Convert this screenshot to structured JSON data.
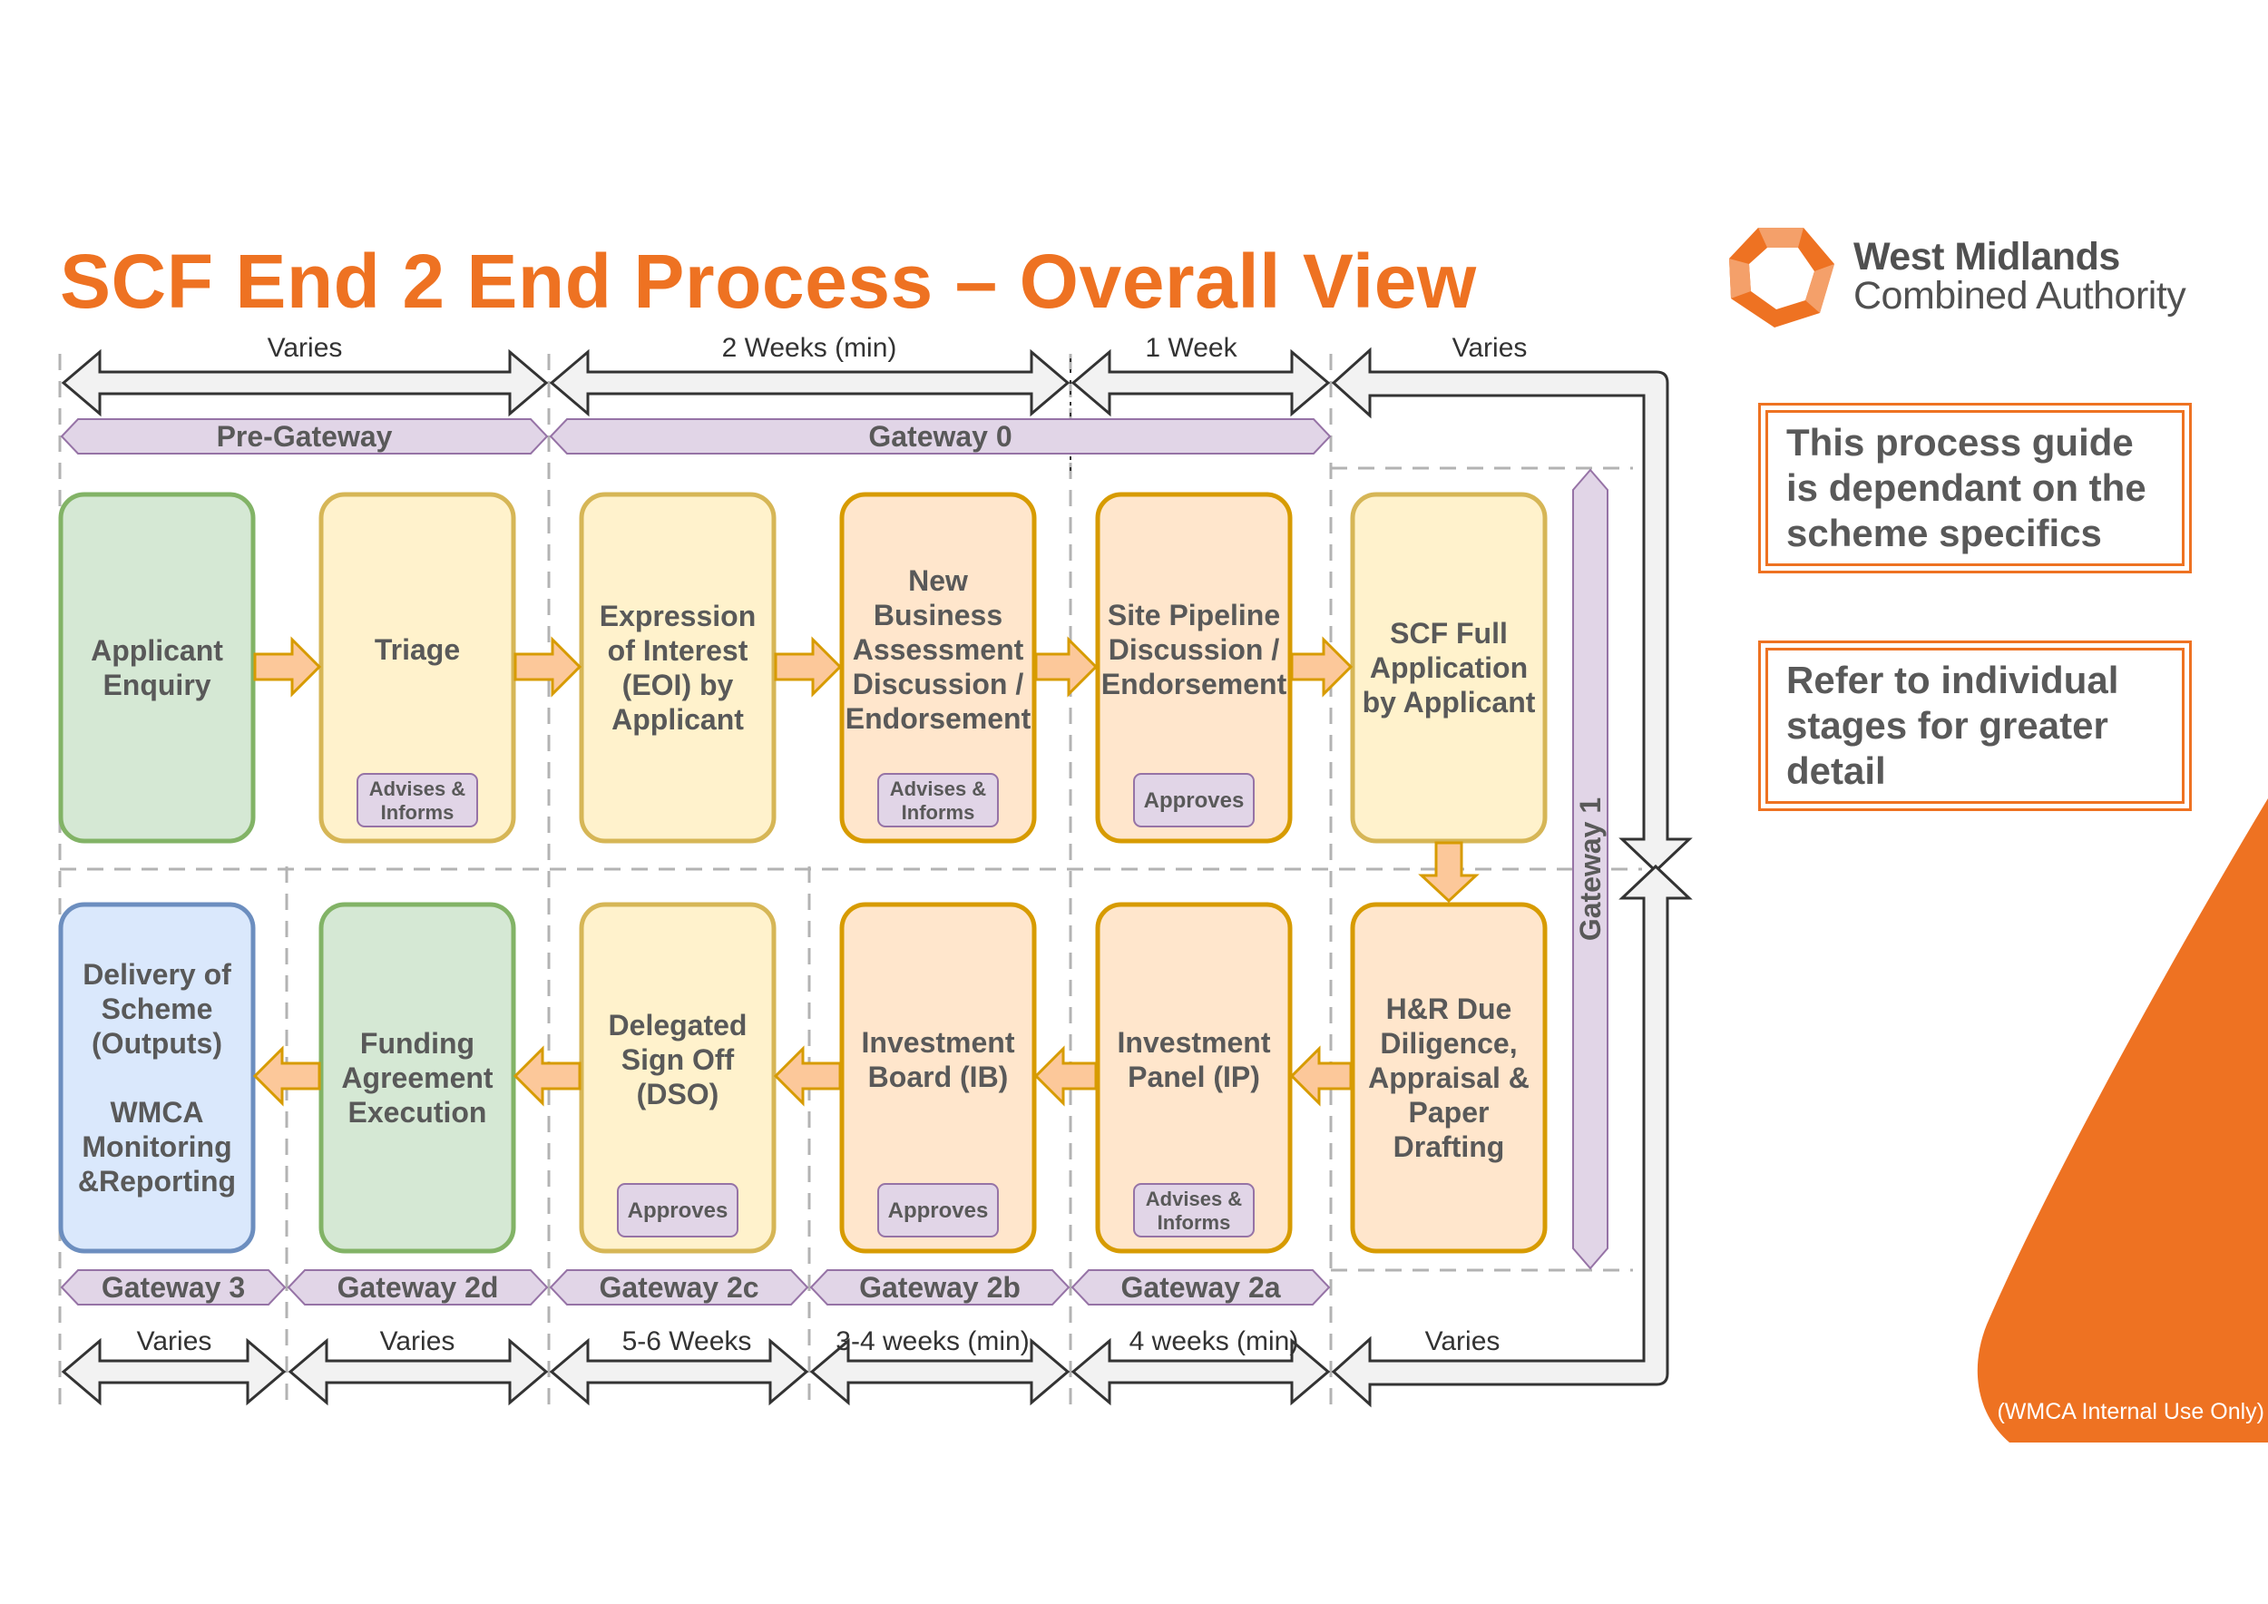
{
  "title": "SCF End 2 End Process – Overall View",
  "logo": {
    "line1": "West Midlands",
    "line2": "Combined Authority"
  },
  "notes": [
    "This process guide is dependant on the scheme specifics",
    "Refer to individual stages for greater detail"
  ],
  "footer": "(WMCA Internal Use Only)",
  "durations_top": [
    "Varies",
    "2 Weeks (min)",
    "1 Week",
    "Varies"
  ],
  "gateways_top": [
    "Pre-Gateway",
    "Gateway 0"
  ],
  "gateway_side": "Gateway 1",
  "stages_top": [
    {
      "lines": [
        "Applicant",
        "Enquiry"
      ],
      "tag": []
    },
    {
      "lines": [
        "Triage"
      ],
      "tag": [
        "Advises &",
        "Informs"
      ]
    },
    {
      "lines": [
        "Expression",
        "of Interest",
        "(EOI) by",
        "Applicant"
      ],
      "tag": []
    },
    {
      "lines": [
        "New",
        "Business",
        "Assessment",
        "Discussion /",
        "Endorsement"
      ],
      "tag": [
        "Advises &",
        "Informs"
      ]
    },
    {
      "lines": [
        "Site Pipeline",
        "Discussion /",
        "Endorsement"
      ],
      "tag": [
        "Approves"
      ]
    },
    {
      "lines": [
        "SCF Full",
        "Application",
        "by Applicant"
      ],
      "tag": []
    }
  ],
  "stages_bottom": [
    {
      "lines": [
        "Delivery of",
        "Scheme",
        "(Outputs)",
        "",
        "WMCA",
        "Monitoring",
        "&Reporting"
      ],
      "tag": []
    },
    {
      "lines": [
        "Funding",
        "Agreement",
        "Execution"
      ],
      "tag": []
    },
    {
      "lines": [
        "Delegated",
        "Sign Off",
        "(DSO)"
      ],
      "tag": [
        "Approves"
      ]
    },
    {
      "lines": [
        "Investment",
        "Board (IB)"
      ],
      "tag": [
        "Approves"
      ]
    },
    {
      "lines": [
        "Investment",
        "Panel (IP)"
      ],
      "tag": [
        "Advises &",
        "Informs"
      ]
    },
    {
      "lines": [
        "H&R Due",
        "Diligence,",
        "Appraisal &",
        "Paper",
        "Drafting"
      ],
      "tag": []
    }
  ],
  "gateways_bottom": [
    "Gateway 3",
    "Gateway 2d",
    "Gateway 2c",
    "Gateway 2b",
    "Gateway 2a"
  ],
  "durations_bottom": [
    "Varies",
    "Varies",
    "5-6 Weeks",
    "3-4 weeks (min)",
    "4 weeks (min)",
    "Varies"
  ],
  "colors": {
    "accent": "#ee7222",
    "green_fill": "#d5e8d4",
    "green_stroke": "#82b366",
    "yellow_fill": "#fff2cc",
    "yellow_stroke": "#d6b656",
    "orange_fill": "#ffe6cc",
    "orange_stroke": "#d79b00",
    "blue_fill": "#dae8fc",
    "blue_stroke": "#6c8ebf",
    "purple_fill": "#e1d5e7",
    "purple_stroke": "#9673a6",
    "arrow_fill": "#fcc89a",
    "arrow_stroke": "#d79b00",
    "text": "#595959"
  }
}
